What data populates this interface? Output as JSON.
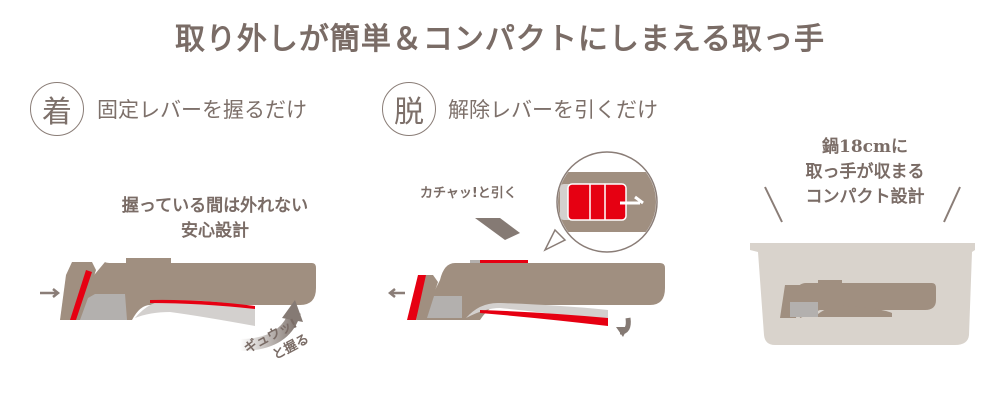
{
  "title": "取り外しが簡単＆コンパクトにしまえる取っ手",
  "attach": {
    "badge": "着",
    "heading": "固定レバーを握るだけ",
    "caption_line1": "握っている間は外れない",
    "caption_line2": "安心設計",
    "action_line1": "ギュウッ!",
    "action_line2": "と握る"
  },
  "detach": {
    "badge": "脱",
    "heading": "解除レバーを引くだけ",
    "action": "カチャッ!と引く"
  },
  "compact": {
    "line1": "鍋18cmに",
    "line2": "取っ手が収まる",
    "line3": "コンパクト設計"
  },
  "colors": {
    "handle": "#a08f80",
    "red": "#e60012",
    "gray": "#b3b0ae",
    "pot": "#d9d3cc",
    "text": "#7a6c66"
  }
}
